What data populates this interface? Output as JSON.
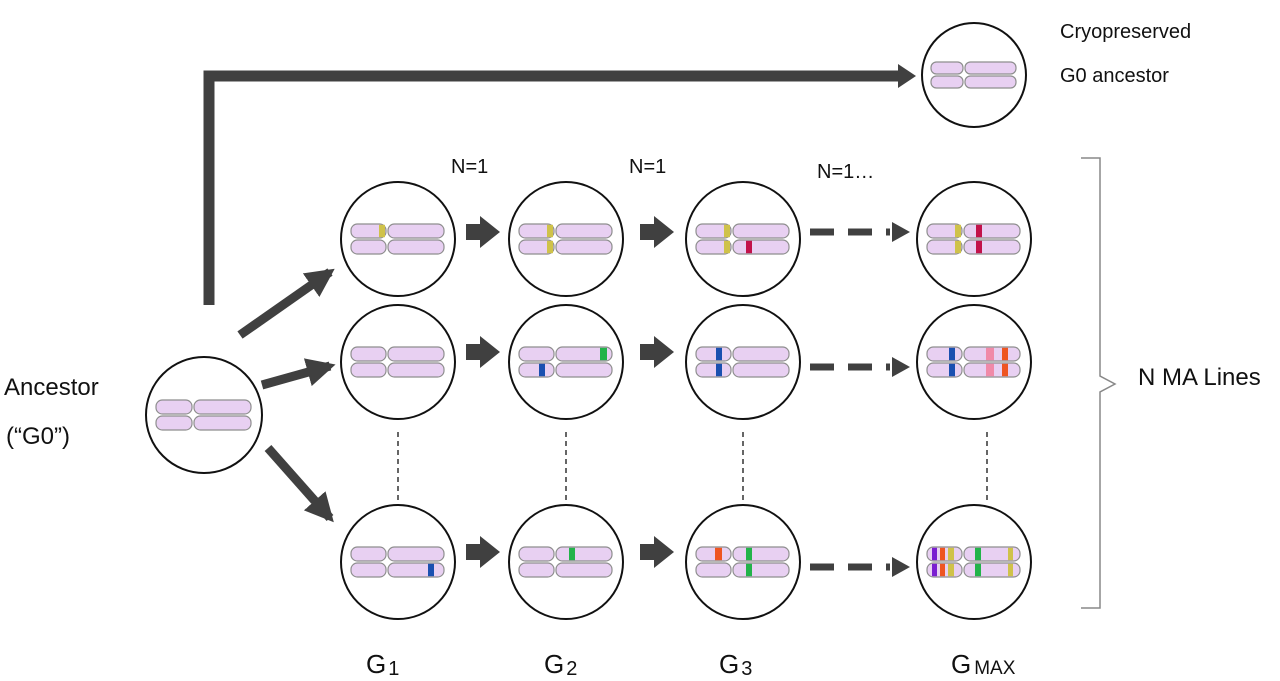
{
  "labels": {
    "ancestor_line1": "Ancestor",
    "ancestor_line2": "(“G0”)",
    "cryo_line1": "Cryopreserved",
    "cryo_line2": "G0 ancestor",
    "n_ma_lines": "N MA Lines",
    "n1_a": "N=1",
    "n1_b": "N=1",
    "n1_c": "N=1…"
  },
  "generations": [
    {
      "main": "G",
      "sub": "1"
    },
    {
      "main": "G",
      "sub": "2"
    },
    {
      "main": "G",
      "sub": "3"
    },
    {
      "main": "G",
      "sub": "MAX"
    }
  ],
  "colors": {
    "chromosome_fill": "#e8d0f2",
    "chromosome_stroke": "#8e8e8e",
    "arrow": "#404040",
    "yellow": "#cfc24a",
    "crimson": "#c2124a",
    "green": "#22b34a",
    "blue": "#1a50b0",
    "pink": "#f08aa8",
    "orange": "#ee5522",
    "purple": "#7a1ed0"
  },
  "mutation_color_legend": [
    "yellow",
    "crimson",
    "green",
    "blue",
    "pink",
    "orange",
    "purple"
  ]
}
